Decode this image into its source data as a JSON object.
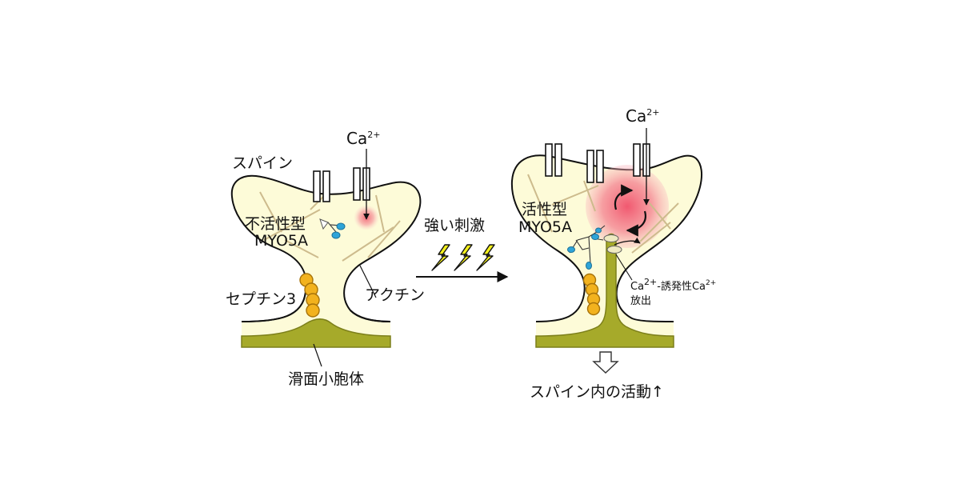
{
  "colors": {
    "cytoplasm": "#fdfbd8",
    "er": "#a6aa2a",
    "septin": "#f2b21e",
    "actin": "#cdbb8d",
    "myo5a": "#2ea4d8",
    "calcium_glow": "#f26b7a",
    "lightning": "#f4f01c"
  },
  "left": {
    "spine_label": "スパイン",
    "ca_label": "Ca",
    "ca_charge": "2+",
    "inactive_label": "不活性型",
    "myo5a_label": "MYO5A",
    "actin_label": "アクチン",
    "septin_label": "セプチン3",
    "er_label": "滑面小胞体"
  },
  "middle": {
    "stimulus_label": "強い刺激"
  },
  "right": {
    "ca_label": "Ca",
    "ca_charge": "2+",
    "active_label": "活性型",
    "myo5a_label": "MYO5A",
    "cicr_ca1": "Ca",
    "cicr_sup1": "2+",
    "cicr_text": "-誘発性Ca",
    "cicr_sup2": "2+",
    "cicr_line2": "放出",
    "result_label": "スパイン内の活動↑"
  }
}
